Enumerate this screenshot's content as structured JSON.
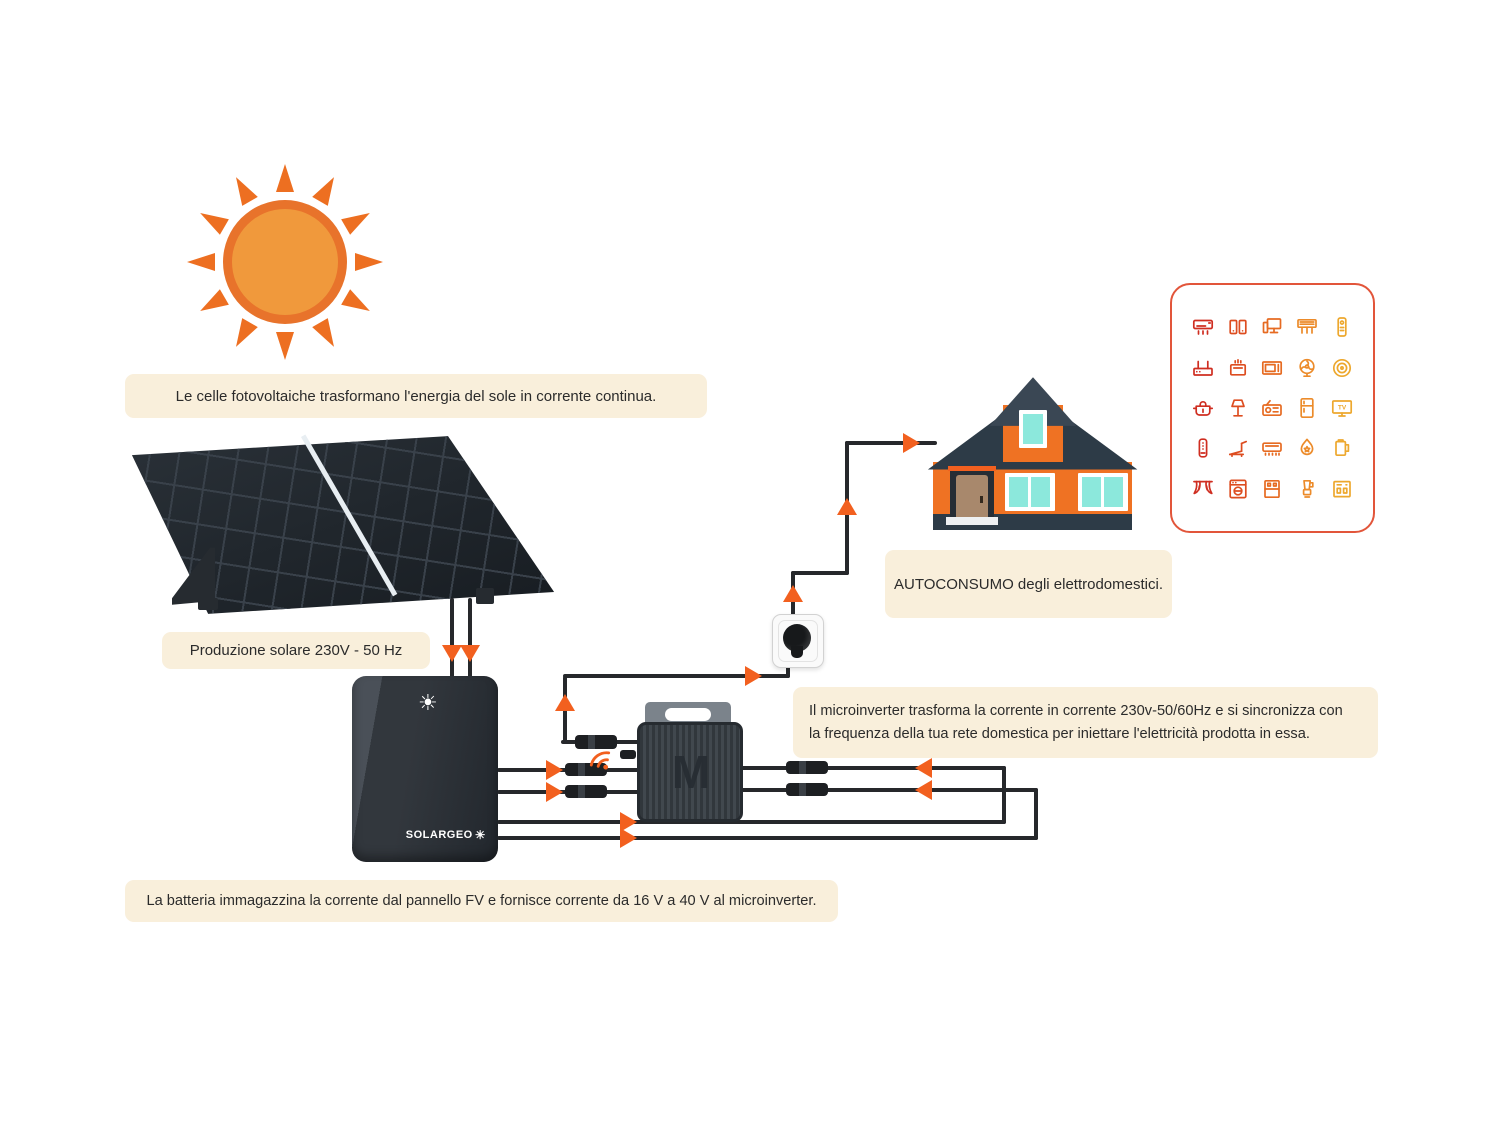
{
  "labels": {
    "pv_cells": "Le celle fotovoltaiche trasformano l'energia del sole in corrente continua.",
    "solar_production": "Produzione solare 230V - 50 Hz",
    "autoconsumo": "AUTOCONSUMO degli elettrodomestici.",
    "microinverter_line1": "Il microinverter trasforma la corrente in corrente 230v-50/60Hz e si sincronizza con",
    "microinverter_line2": "la frequenza della tua rete domestica per iniettare l'elettricità prodotta in essa.",
    "battery": "La batteria immagazzina la corrente dal pannello FV e fornisce corrente da 16 V a 40 V al microinverter."
  },
  "battery": {
    "brand": "SOLARGEO"
  },
  "microinverter": {
    "logo_letter": "M"
  },
  "appliances": {
    "tv_label": "TV",
    "icons": [
      "air-conditioner",
      "smartphones",
      "desktop-computer",
      "ac-outdoor-unit",
      "remote-control",
      "wifi-router",
      "toaster",
      "microwave",
      "table-fan",
      "robot-vacuum",
      "pressure-cooker",
      "desk-lamp",
      "radio",
      "refrigerator",
      "television",
      "power-bank",
      "treadmill",
      "heater",
      "humidifier",
      "kettle",
      "curtains",
      "washing-machine",
      "dishwasher",
      "blender",
      "oven"
    ],
    "colors": [
      "#cf2e21",
      "#dd4d20",
      "#e66b22",
      "#ec8b2a",
      "#eda82e"
    ]
  },
  "colors": {
    "accent_orange": "#f2601f",
    "note_background": "#f9efdb",
    "wire": "#26282b",
    "house_body": "#ef7223",
    "house_roof": "#2d3b47",
    "window_glass": "#8ce8dc",
    "sun_outer": "#e8732b",
    "sun_inner": "#f0993c"
  }
}
